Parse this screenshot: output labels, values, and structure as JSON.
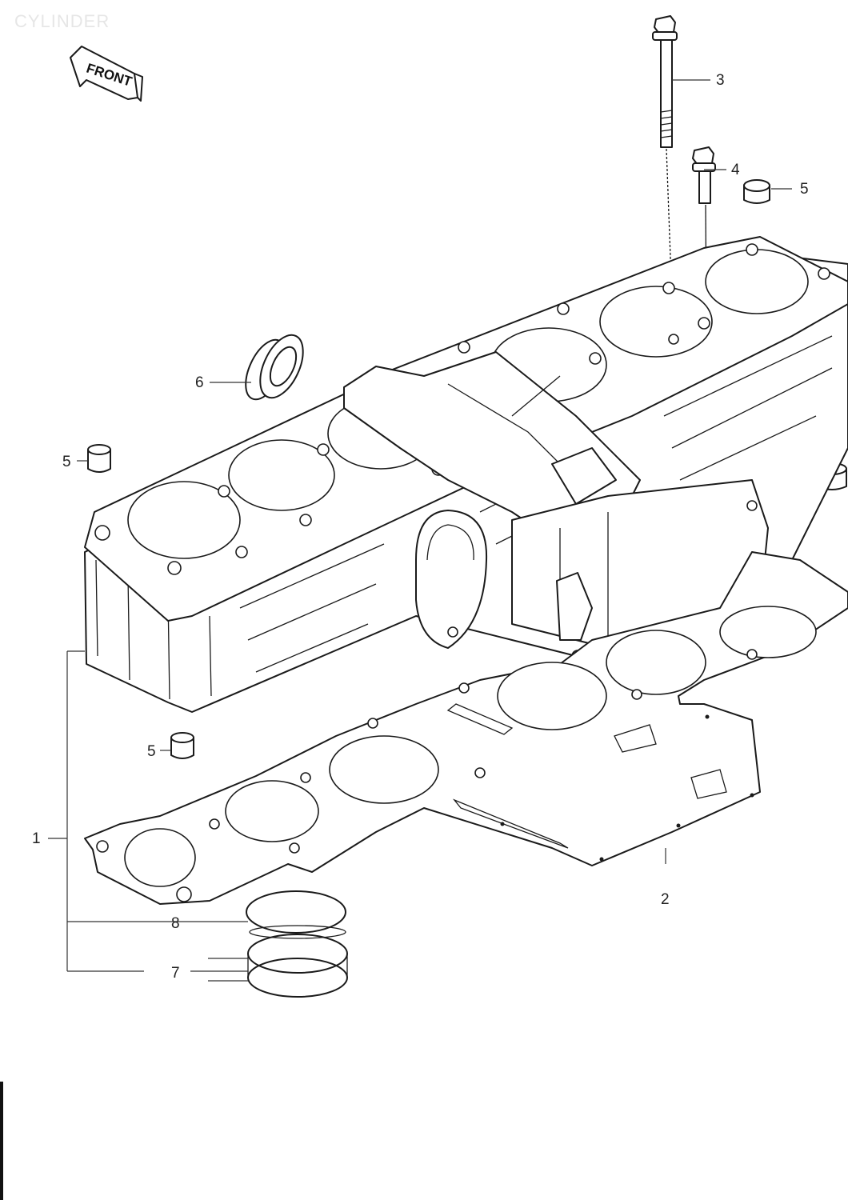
{
  "title": "CYLINDER",
  "front_label": "FRONT",
  "callouts": [
    {
      "id": "c1",
      "label": "1"
    },
    {
      "id": "c2",
      "label": "2"
    },
    {
      "id": "c3",
      "label": "3"
    },
    {
      "id": "c4",
      "label": "4"
    },
    {
      "id": "c5a",
      "label": "5"
    },
    {
      "id": "c5b",
      "label": "5"
    },
    {
      "id": "c5c",
      "label": "5"
    },
    {
      "id": "c6",
      "label": "6"
    },
    {
      "id": "c7",
      "label": "7"
    },
    {
      "id": "c8",
      "label": "8"
    }
  ]
}
